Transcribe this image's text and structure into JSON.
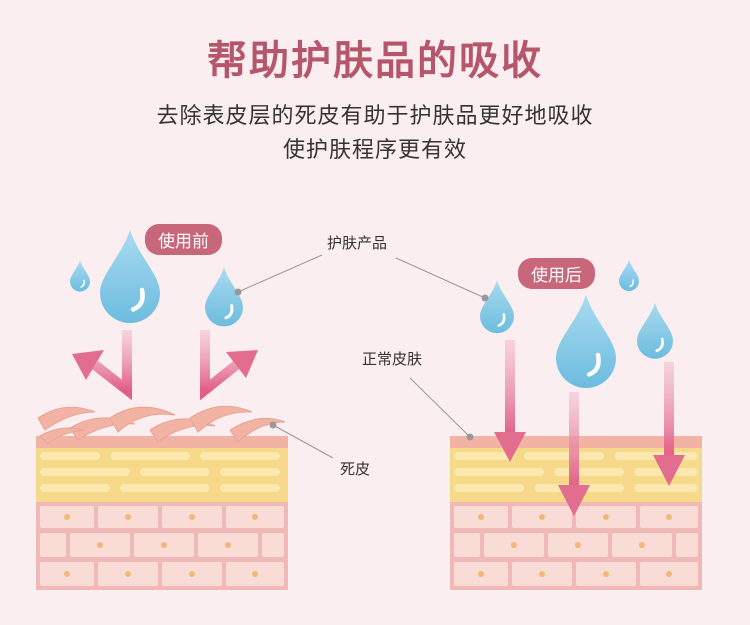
{
  "title": "帮助护肤品的吸收",
  "subtitle_line1": "去除表皮层的死皮有助于护肤品更好地吸收",
  "subtitle_line2": "使护肤程序更有效",
  "before_label": "使用前",
  "after_label": "使用后",
  "labels": {
    "skincare_product": "护肤产品",
    "normal_skin": "正常皮肤",
    "dead_skin": "死皮"
  },
  "colors": {
    "background": "#fbeef0",
    "title": "#b5566b",
    "badge": "#c8667a",
    "drop": "#7ec6e4",
    "arrow": "#e26d8f",
    "skin_top": "#f2b3a4",
    "fat_layer": "#f7d98a",
    "brick": "#f7d8d3"
  }
}
